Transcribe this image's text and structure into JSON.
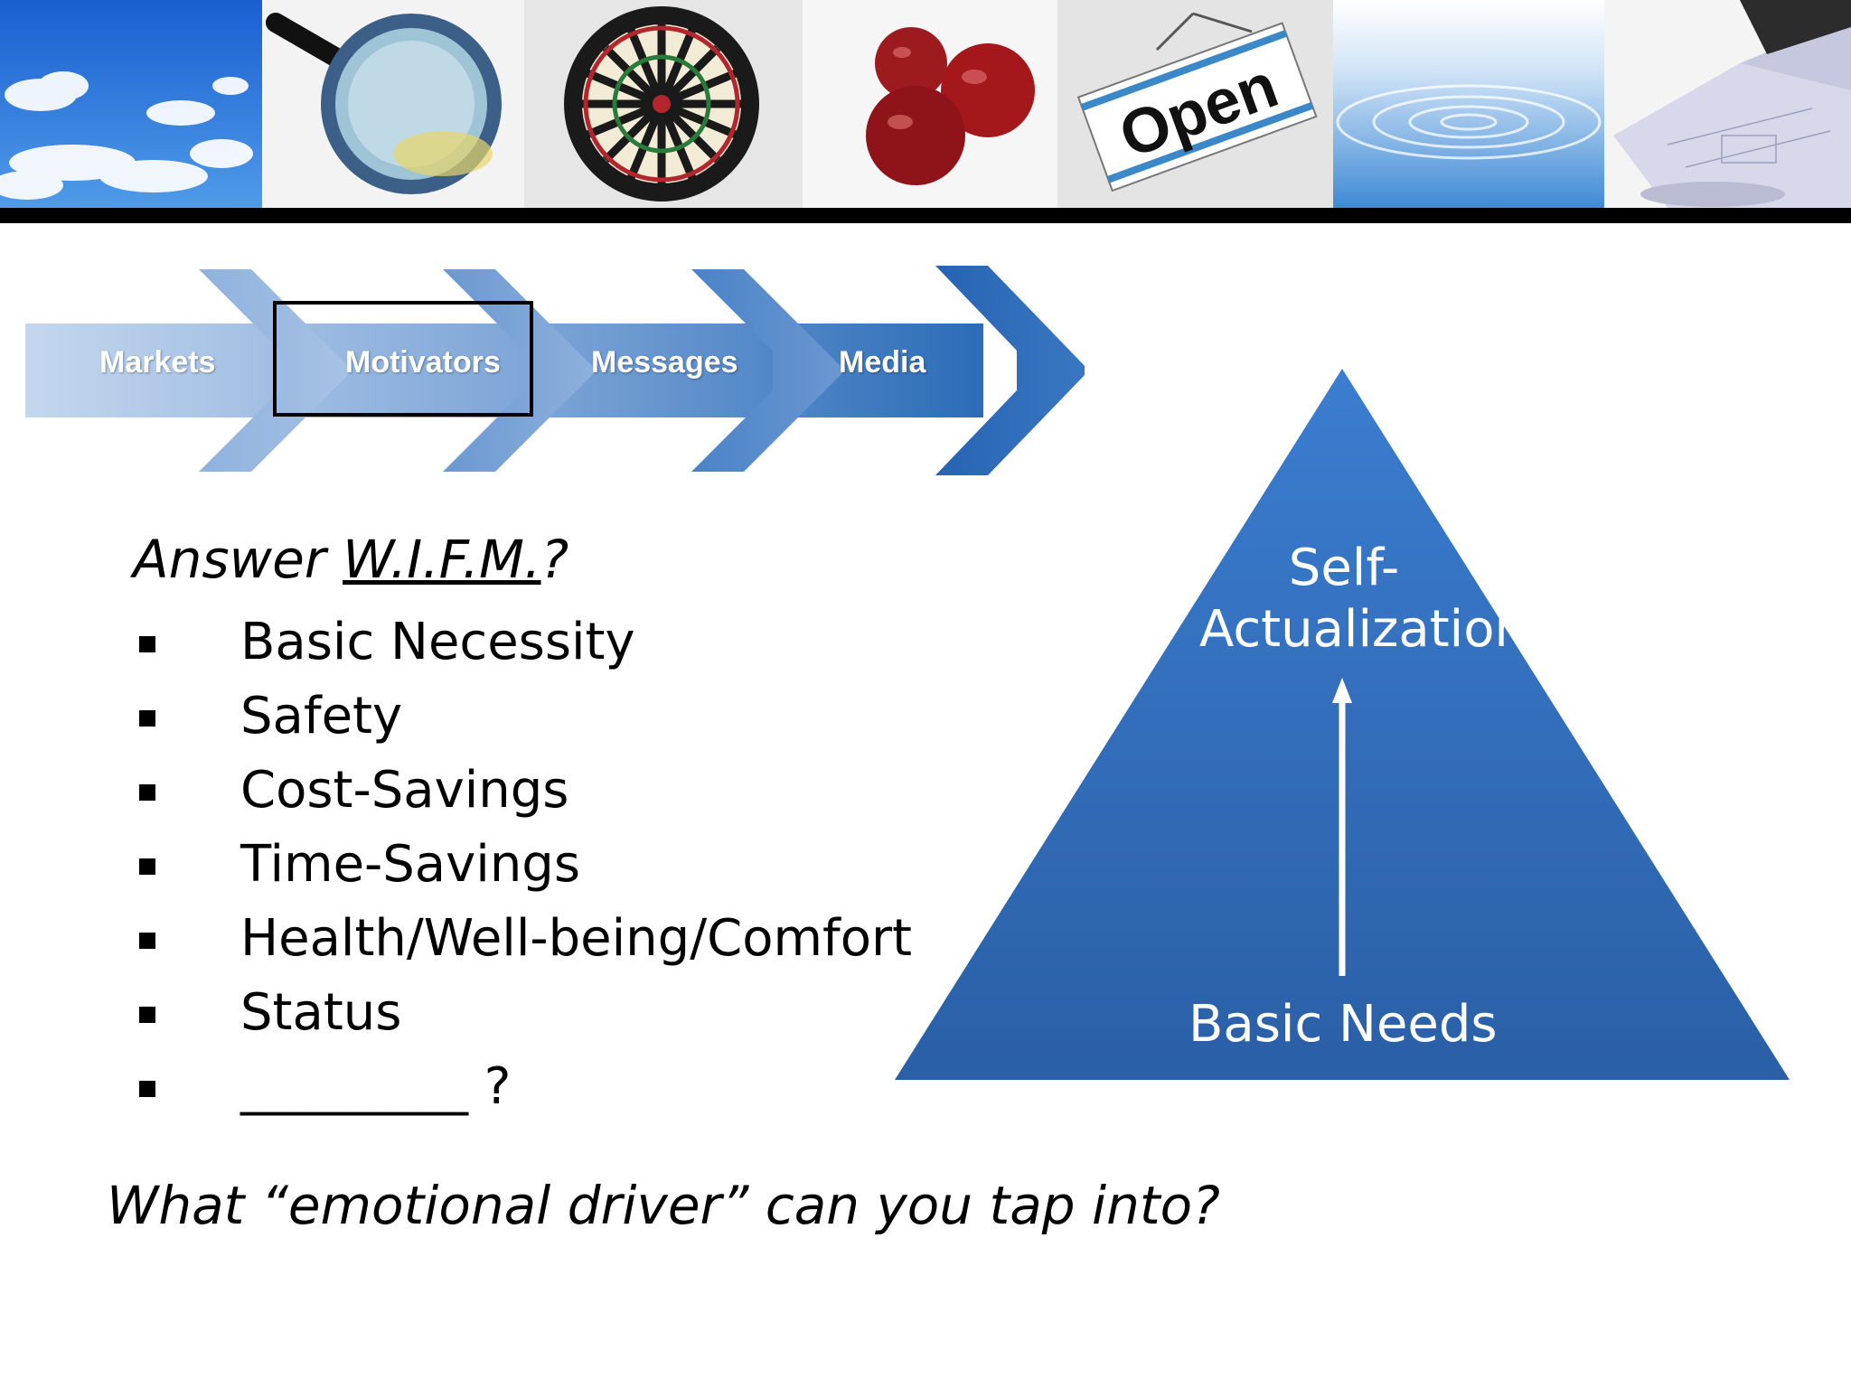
{
  "banner": {
    "tiles": [
      {
        "name": "sky-clouds"
      },
      {
        "name": "magnifying-glass"
      },
      {
        "name": "dartboard"
      },
      {
        "name": "red-apples"
      },
      {
        "name": "open-sign",
        "sign_text": "Open"
      },
      {
        "name": "water-ripples"
      },
      {
        "name": "blueprint-roll"
      }
    ]
  },
  "process": {
    "steps": [
      "Markets",
      "Motivators",
      "Messages",
      "Media"
    ],
    "highlighted_step": "Motivators"
  },
  "wifm": {
    "title_prefix": "Answer ",
    "title_underlined": "W.I.F.M.",
    "title_suffix": "?",
    "items": [
      "Basic Necessity",
      "Safety",
      "Cost-Savings",
      "Time-Savings",
      "Health/Well-being/Comfort",
      "Status",
      "_________ ?"
    ]
  },
  "question": "What “emotional driver” can you tap into?",
  "pyramid": {
    "top_label_line1": "Self-",
    "top_label_line2": "Actualization",
    "bottom_label": "Basic Needs"
  },
  "colors": {
    "accent_blue": "#2f65ad",
    "arrow_light": "#a9c4e4",
    "arrow_dark": "#2b6cb8"
  }
}
